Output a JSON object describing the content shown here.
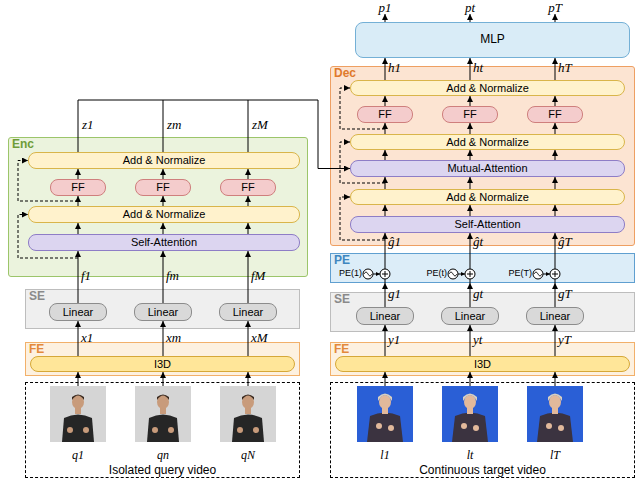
{
  "diagram": {
    "nodes": [
      {
        "text": [
          "Enc"
        ]
      },
      {
        "text": [
          "Add & Normalize"
        ],
        "in": 0
      },
      {
        "text": [
          "FF"
        ],
        "in": 0
      },
      {
        "text": [
          "FF"
        ],
        "in": 0
      },
      {
        "text": [
          "FF"
        ],
        "in": 0
      },
      {
        "text": [
          "Add & Normalize"
        ],
        "in": 0
      },
      {
        "text": [
          "Self-Attention"
        ],
        "in": 0
      },
      {
        "text": [
          "SE"
        ]
      },
      {
        "text": [
          "Linear"
        ],
        "in": 7
      },
      {
        "text": [
          "Linear"
        ],
        "in": 7
      },
      {
        "text": [
          "Linear"
        ],
        "in": 7
      },
      {
        "text": [
          "FE"
        ]
      },
      {
        "text": [
          "I3D"
        ],
        "in": 11
      },
      {
        "text": [
          "Isolated query video"
        ]
      },
      {
        "text": [
          "q1"
        ],
        "in": 13
      },
      {
        "text": [
          "qn"
        ],
        "in": 13
      },
      {
        "text": [
          "qN"
        ],
        "in": 13
      },
      {
        "text": [
          "MLP"
        ]
      },
      {
        "text": [
          "Dec"
        ]
      },
      {
        "text": [
          "Add & Normalize"
        ],
        "in": 18
      },
      {
        "text": [
          "FF"
        ],
        "in": 18
      },
      {
        "text": [
          "FF"
        ],
        "in": 18
      },
      {
        "text": [
          "FF"
        ],
        "in": 18
      },
      {
        "text": [
          "Add & Normalize"
        ],
        "in": 18
      },
      {
        "text": [
          "Mutual-Attention"
        ],
        "in": 18
      },
      {
        "text": [
          "Add & Normalize"
        ],
        "in": 18
      },
      {
        "text": [
          "Self-Attention"
        ],
        "in": 18
      },
      {
        "text": [
          "PE"
        ]
      },
      {
        "text": [
          "SE"
        ]
      },
      {
        "text": [
          "Linear"
        ],
        "in": 28
      },
      {
        "text": [
          "Linear"
        ],
        "in": 28
      },
      {
        "text": [
          "Linear"
        ],
        "in": 28
      },
      {
        "text": [
          "FE"
        ]
      },
      {
        "text": [
          "I3D"
        ],
        "in": 32
      },
      {
        "text": [
          "Continuous target video"
        ]
      },
      {
        "text": [
          "l1"
        ],
        "in": 34
      },
      {
        "text": [
          "lt"
        ],
        "in": 34
      },
      {
        "text": [
          "lT"
        ],
        "in": 34
      }
    ],
    "edges": [
      {
        "from": 14,
        "to": 12,
        "arrow": "to"
      },
      {
        "from": 15,
        "to": 12,
        "arrow": "to"
      },
      {
        "from": 16,
        "to": 12,
        "arrow": "to"
      },
      {
        "from": 12,
        "to": 8,
        "arrow": "to",
        "label": "x1"
      },
      {
        "from": 12,
        "to": 9,
        "arrow": "to",
        "label": "xm"
      },
      {
        "from": 12,
        "to": 10,
        "arrow": "to",
        "label": "xM"
      },
      {
        "from": 8,
        "to": 6,
        "arrow": "to",
        "label": "f1"
      },
      {
        "from": 9,
        "to": 6,
        "arrow": "to",
        "label": "fm"
      },
      {
        "from": 10,
        "to": 6,
        "arrow": "to",
        "label": "fM"
      },
      {
        "from": 6,
        "to": 5,
        "arrow": "to"
      },
      {
        "from": 6,
        "to": 5,
        "arrow": "to"
      },
      {
        "from": 6,
        "to": 5,
        "arrow": "to"
      },
      {
        "from": 5,
        "to": 2,
        "arrow": "to"
      },
      {
        "from": 5,
        "to": 3,
        "arrow": "to"
      },
      {
        "from": 5,
        "to": 4,
        "arrow": "to"
      },
      {
        "from": 2,
        "to": 1,
        "arrow": "to"
      },
      {
        "from": 3,
        "to": 1,
        "arrow": "to"
      },
      {
        "from": 4,
        "to": 1,
        "arrow": "to"
      },
      {
        "from": 35,
        "to": 33,
        "arrow": "to"
      },
      {
        "from": 36,
        "to": 33,
        "arrow": "to"
      },
      {
        "from": 37,
        "to": 33,
        "arrow": "to"
      },
      {
        "from": 33,
        "to": 29,
        "arrow": "to",
        "label": "y1"
      },
      {
        "from": 33,
        "to": 30,
        "arrow": "to",
        "label": "yt"
      },
      {
        "from": 33,
        "to": 31,
        "arrow": "to",
        "label": "yT"
      },
      {
        "from": 29,
        "to": 27,
        "arrow": "to",
        "label": "g1"
      },
      {
        "from": 30,
        "to": 27,
        "arrow": "to",
        "label": "gt"
      },
      {
        "from": 31,
        "to": 27,
        "arrow": "to",
        "label": "gT"
      },
      {
        "from": 27,
        "to": 26,
        "arrow": "to",
        "label": "ĝ1"
      },
      {
        "from": 27,
        "to": 26,
        "arrow": "to",
        "label": "ĝt"
      },
      {
        "from": 27,
        "to": 26,
        "arrow": "to",
        "label": "ĝT"
      },
      {
        "from": 26,
        "to": 25,
        "arrow": "to"
      },
      {
        "from": 26,
        "to": 25,
        "arrow": "to"
      },
      {
        "from": 26,
        "to": 25,
        "arrow": "to"
      },
      {
        "from": 25,
        "to": 24,
        "arrow": "to"
      },
      {
        "from": 25,
        "to": 24,
        "arrow": "to"
      },
      {
        "from": 25,
        "to": 24,
        "arrow": "to"
      },
      {
        "from": 24,
        "to": 23,
        "arrow": "to"
      },
      {
        "from": 24,
        "to": 23,
        "arrow": "to"
      },
      {
        "from": 24,
        "to": 23,
        "arrow": "to"
      },
      {
        "from": 23,
        "to": 20,
        "arrow": "to"
      },
      {
        "from": 23,
        "to": 21,
        "arrow": "to"
      },
      {
        "from": 23,
        "to": 22,
        "arrow": "to"
      },
      {
        "from": 20,
        "to": 19,
        "arrow": "to"
      },
      {
        "from": 21,
        "to": 19,
        "arrow": "to"
      },
      {
        "from": 22,
        "to": 19,
        "arrow": "to"
      },
      {
        "from": 19,
        "to": 17,
        "arrow": "to",
        "label": "h1"
      },
      {
        "from": 19,
        "to": 17,
        "arrow": "to",
        "label": "ht"
      },
      {
        "from": 19,
        "to": 17,
        "arrow": "to",
        "label": "hT"
      },
      {
        "from": 1,
        "to": 24,
        "arrow": "to"
      }
    ],
    "labels": [
      "z1",
      "zm",
      "zM",
      "p1",
      "pt",
      "pT",
      "PE(1)",
      "PE(t)",
      "PE(T)"
    ]
  }
}
